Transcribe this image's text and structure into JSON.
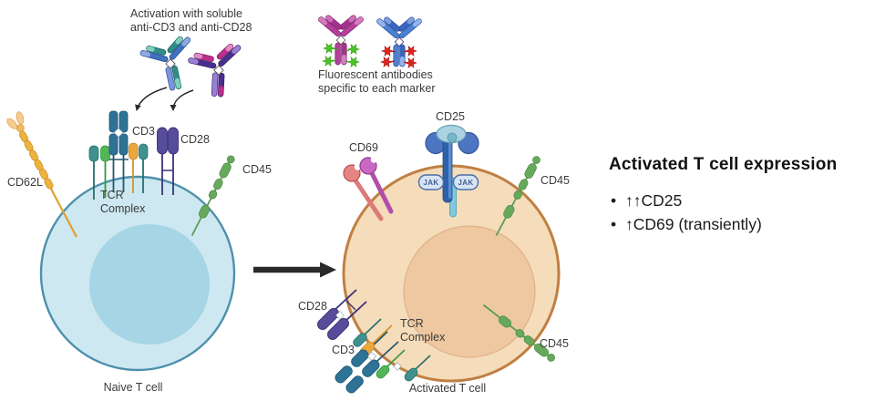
{
  "annotations": {
    "activation_line1": "Activation with soluble",
    "activation_line2": "anti-CD3 and anti-CD28",
    "fluorescent_line1": "Fluorescent antibodies",
    "fluorescent_line2": "specific to each marker"
  },
  "naive_cell": {
    "name": "Naive T cell",
    "cd62l": "CD62L",
    "tcr_line1": "TCR",
    "tcr_line2": "Complex",
    "cd3": "CD3",
    "cd28": "CD28",
    "cd45": "CD45"
  },
  "activated_cell": {
    "name": "Activated T cell",
    "cd25": "CD25",
    "cd69": "CD69",
    "jak_left": "JAK",
    "jak_right": "JAK",
    "cd45_upper": "CD45",
    "cd45_lower": "CD45",
    "cd28": "CD28",
    "cd3": "CD3",
    "tcr_line1": "TCR",
    "tcr_line2": "Complex"
  },
  "info_panel": {
    "title": "Activated T cell expression",
    "bullets": [
      "↑↑CD25",
      "↑CD69 (transiently)"
    ]
  },
  "colors": {
    "naive_cell_fill": "#cde8f1",
    "naive_cell_border": "#4e90ac",
    "naive_nucleus_fill": "#a6d5e5",
    "activated_cell_fill": "#f5dcba",
    "activated_cell_border": "#c07f42",
    "activated_nucleus_fill": "#edc8a0",
    "cd45_green": "#67a95c",
    "cd62l_orange": "#e8a93c",
    "cd25_blue": "#2e62a8",
    "cd69_magenta": "#c05ab8",
    "cd69_salmon": "#e0797a",
    "cd28_purple": "#574b9b",
    "tcr_blue": "#2e7296",
    "arrow_black": "#2b2b2b"
  }
}
